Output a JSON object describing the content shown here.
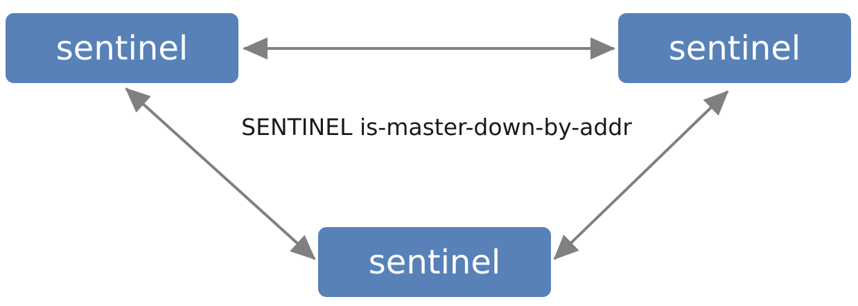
{
  "diagram": {
    "nodes": {
      "top_left": {
        "label": "sentinel"
      },
      "top_right": {
        "label": "sentinel"
      },
      "bottom": {
        "label": "sentinel"
      }
    },
    "edge_label": "SENTINEL is-master-down-by-addr"
  },
  "colors": {
    "node_fill": "#5781b7",
    "connector": "#808080",
    "node_text": "#ffffff",
    "label_text": "#1a1a1a"
  },
  "icons": {
    "connector_ends": "double-headed-arrow"
  }
}
